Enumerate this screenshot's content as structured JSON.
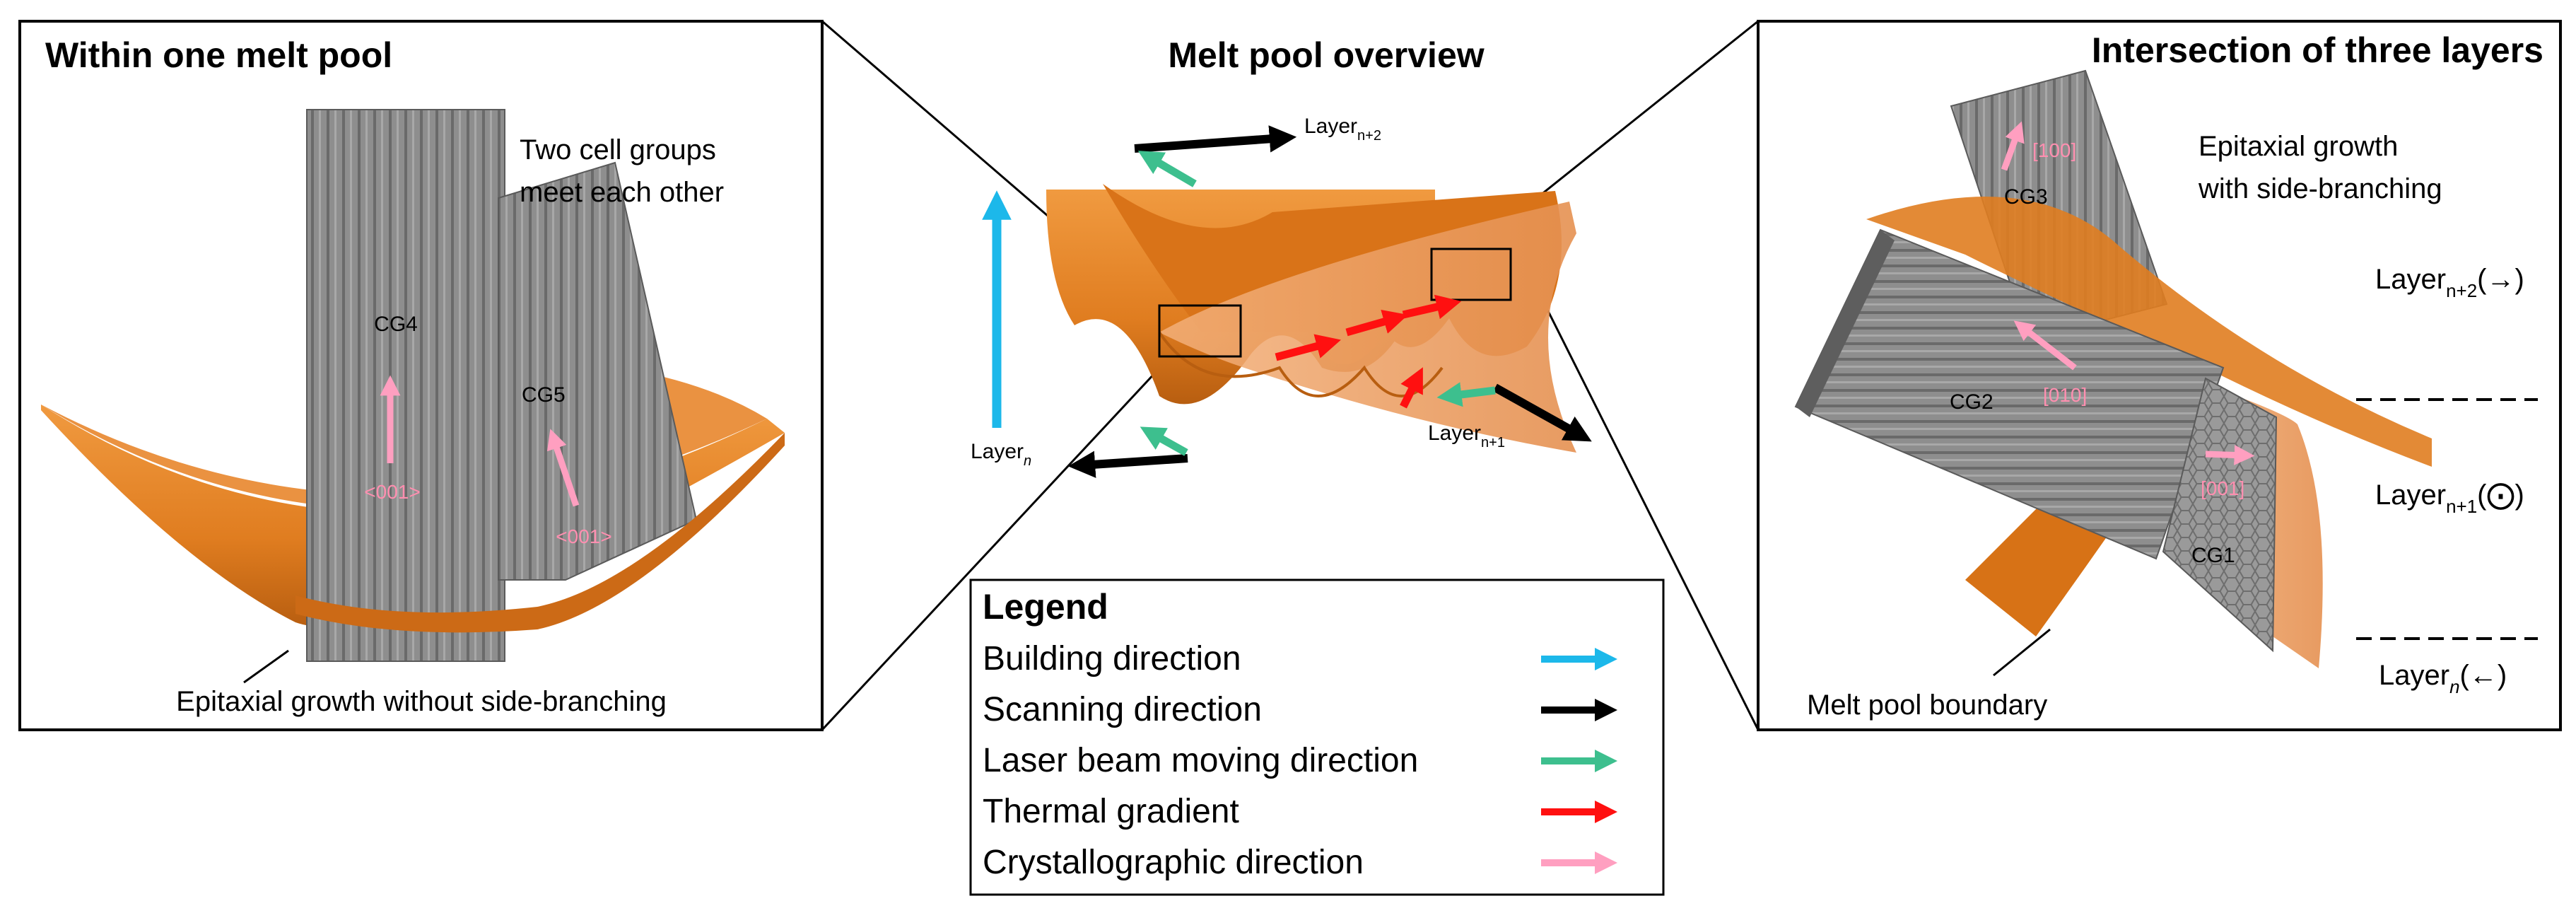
{
  "panels": {
    "left": {
      "title": "Within one melt pool",
      "note_line1": "Two cell groups",
      "note_line2": "meet each other",
      "cg4": "CG4",
      "cg5": "CG5",
      "dir_a": "<001>",
      "dir_b": "<001>",
      "caption": "Epitaxial growth without side-branching"
    },
    "center": {
      "title": "Melt pool overview",
      "layer_base": "Layer",
      "sub_top": "n+2",
      "sub_mid": "n+1",
      "sub_bot": "n"
    },
    "right": {
      "title": "Intersection of three layers",
      "note_line1": "Epitaxial growth",
      "note_line2": "with side-branching",
      "cg1": "CG1",
      "cg2": "CG2",
      "cg3": "CG3",
      "dir_100": "[100]",
      "dir_010": "[010]",
      "dir_001": "[001]",
      "layer_base": "Layer",
      "sub_top": "n+2",
      "sub_mid": "n+1",
      "sub_bot": "n",
      "sym_top": "(→)",
      "sym_mid": "(⨀)",
      "sym_bot": "(←)",
      "caption": "Melt pool boundary"
    }
  },
  "legend": {
    "title": "Legend",
    "items": [
      {
        "label": "Building direction",
        "color": "#1cb8ea"
      },
      {
        "label": "Scanning direction",
        "color": "#000000"
      },
      {
        "label": "Laser beam moving direction",
        "color": "#3dbf8e"
      },
      {
        "label": "Thermal gradient",
        "color": "#ff1010"
      },
      {
        "label": "Crystallographic direction",
        "color": "#ff9fc0"
      }
    ]
  },
  "colors": {
    "melt_pool": "#e07d20",
    "melt_pool_light": "#f0a060",
    "cells": "#8c8c8c"
  }
}
